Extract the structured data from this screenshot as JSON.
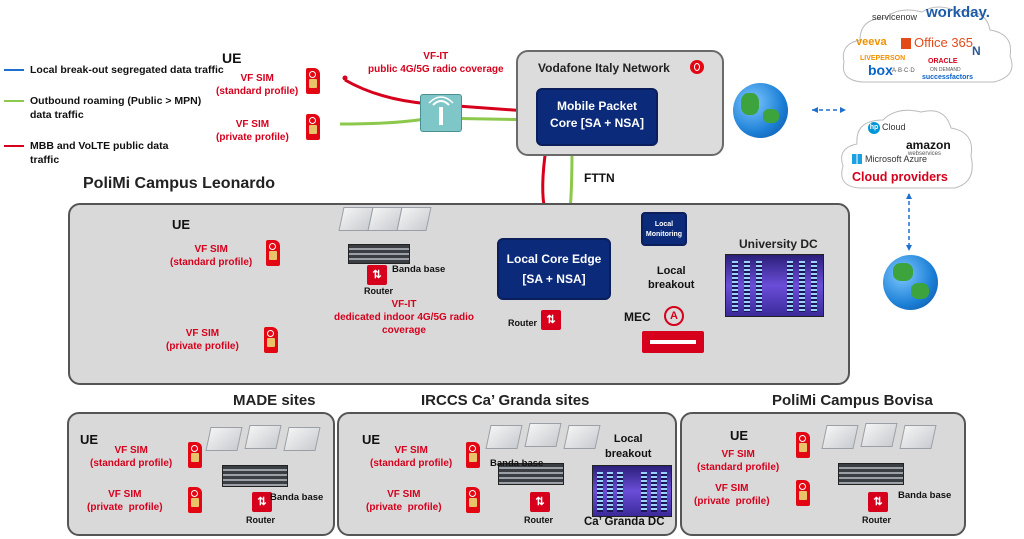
{
  "legend": [
    {
      "text": "Local break-out segregated data traffic",
      "color": "#1f6fd1"
    },
    {
      "text": "Outbound roaming (Public > MPN) data traffic",
      "color": "#8cc84b"
    },
    {
      "text": "MBB and VoLTE public data traffic",
      "color": "#d6001c"
    }
  ],
  "top": {
    "ue": "UE",
    "sim_standard": "VF SIM\n(standard profile)",
    "sim_private": "VF SIM\n(private profile)",
    "coverage": "VF-IT\npublic 4G/5G radio coverage",
    "vodafone_network": "Vodafone Italy Network",
    "mobile_packet_core": "Mobile Packet\nCore [SA + NSA]",
    "fttn": "FTTN"
  },
  "cloud": {
    "label": "Cloud providers",
    "providers": [
      "servicenow",
      "workday.",
      "veeva",
      "Office 365",
      "LIVEPERSON",
      "ORACLE",
      "box",
      "ON DEMAND",
      "successfactors",
      "Cloud",
      "amazon",
      "webservices",
      "Microsoft Azure",
      "A·B·C·D"
    ]
  },
  "leonardo": {
    "title": "PoliMi Campus Leonardo",
    "ue": "UE",
    "sim_standard": "VF SIM\n(standard profile)",
    "sim_private": "VF SIM\n(private profile)",
    "banda_base": "Banda base",
    "router": "Router",
    "router2": "Router",
    "coverage": "VF-IT\ndedicated indoor 4G/5G radio\ncoverage",
    "local_core_edge": "Local Core Edge\n[SA + NSA]",
    "local_monitoring": "Local\nMonitoring",
    "local_breakout": "Local\nbreakout",
    "university_dc": "University DC",
    "mec": "MEC"
  },
  "made": {
    "title": "MADE sites",
    "ue": "UE",
    "sim_standard": "VF SIM\n(standard profile)",
    "sim_private": "VF SIM\n(private  profile)",
    "banda_base": "Banda base",
    "router": "Router"
  },
  "irccs": {
    "title": "IRCCS Ca’ Granda sites",
    "ue": "UE",
    "sim_standard": "VF SIM\n(standard profile)",
    "sim_private": "VF SIM\n(private  profile)",
    "banda_base": "Banda base",
    "router": "Router",
    "local_breakout": "Local\nbreakout",
    "dc": "Ca’ Granda DC"
  },
  "bovisa": {
    "title": "PoliMi Campus Bovisa",
    "ue": "UE",
    "sim_standard": "VF SIM\n(standard profile)",
    "sim_private": "VF SIM\n(private  profile)",
    "banda_base": "Banda base",
    "router": "Router"
  },
  "colors": {
    "red": "#d6001c",
    "green": "#8cc84b",
    "blue": "#1f6fd1",
    "navy": "#0b2a7a",
    "panel": "#d9d9d9"
  }
}
